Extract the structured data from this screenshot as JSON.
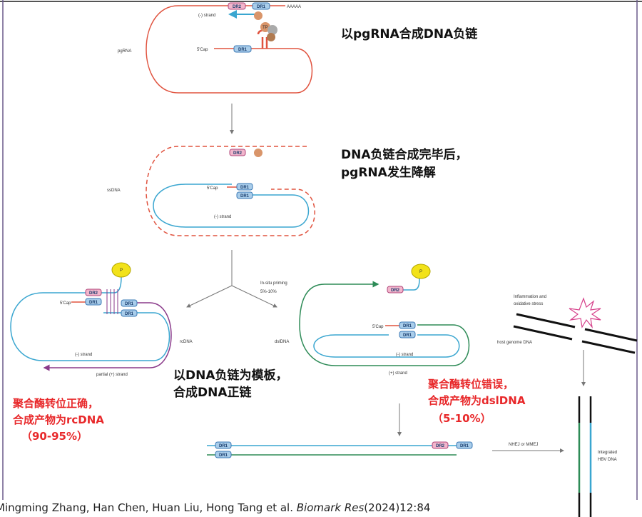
{
  "step1": {
    "title": "以pgRNA合成DNA负链",
    "label_pgrna": "pgRNA",
    "cap": "5'Cap",
    "dr1": "DR1",
    "dr2": "DR2",
    "polya": "AAAAA",
    "minus_strand": "(-) strand",
    "tp": "TP"
  },
  "step2": {
    "line1": "DNA负链合成完毕后，",
    "line2": "pgRNA发生降解",
    "label": "ssDNA",
    "cap": "5'Cap",
    "minus_strand": "(-) strand"
  },
  "branch": {
    "priming_line1": "In-situ priming",
    "priming_line2": "5%-10%"
  },
  "rcdna": {
    "label": "rcDNA",
    "cap": "5'Cap",
    "p": "P",
    "minus_strand": "(-) strand",
    "plus_strand": "partial (+) strand",
    "note1": "聚合酶转位正确，",
    "note2": "合成产物为rcDNA",
    "note3": "（90-95%）"
  },
  "template": {
    "line1": "以DNA负链为模板，",
    "line2": "合成DNA正链"
  },
  "dsldna": {
    "label": "dslDNA",
    "cap": "5'Cap",
    "p": "P",
    "minus_strand": "(-) strand",
    "plus_strand": "(+) strand",
    "note1": "聚合酶转位错误，",
    "note2": "合成产物为dslDNA",
    "note3": "（5-10%）"
  },
  "integration": {
    "stress1": "Inflammation and",
    "stress2": "oxidative stress",
    "host": "host genome DNA",
    "nhej": "NHEJ or MMEJ",
    "integrated1": "Integrated",
    "integrated2": "HBV DNA"
  },
  "citation": {
    "authors": "Mingming Zhang, Han Chen, Huan Liu, Hong Tang et al. ",
    "journal": "Biomark Res",
    "rest": "(2024)12:84"
  },
  "colors": {
    "pgrna": "#e0533f",
    "minus": "#3aa6d0",
    "plus_purple": "#8a3a8a",
    "plus_green": "#2e8b57",
    "red_text": "#e8282a"
  }
}
